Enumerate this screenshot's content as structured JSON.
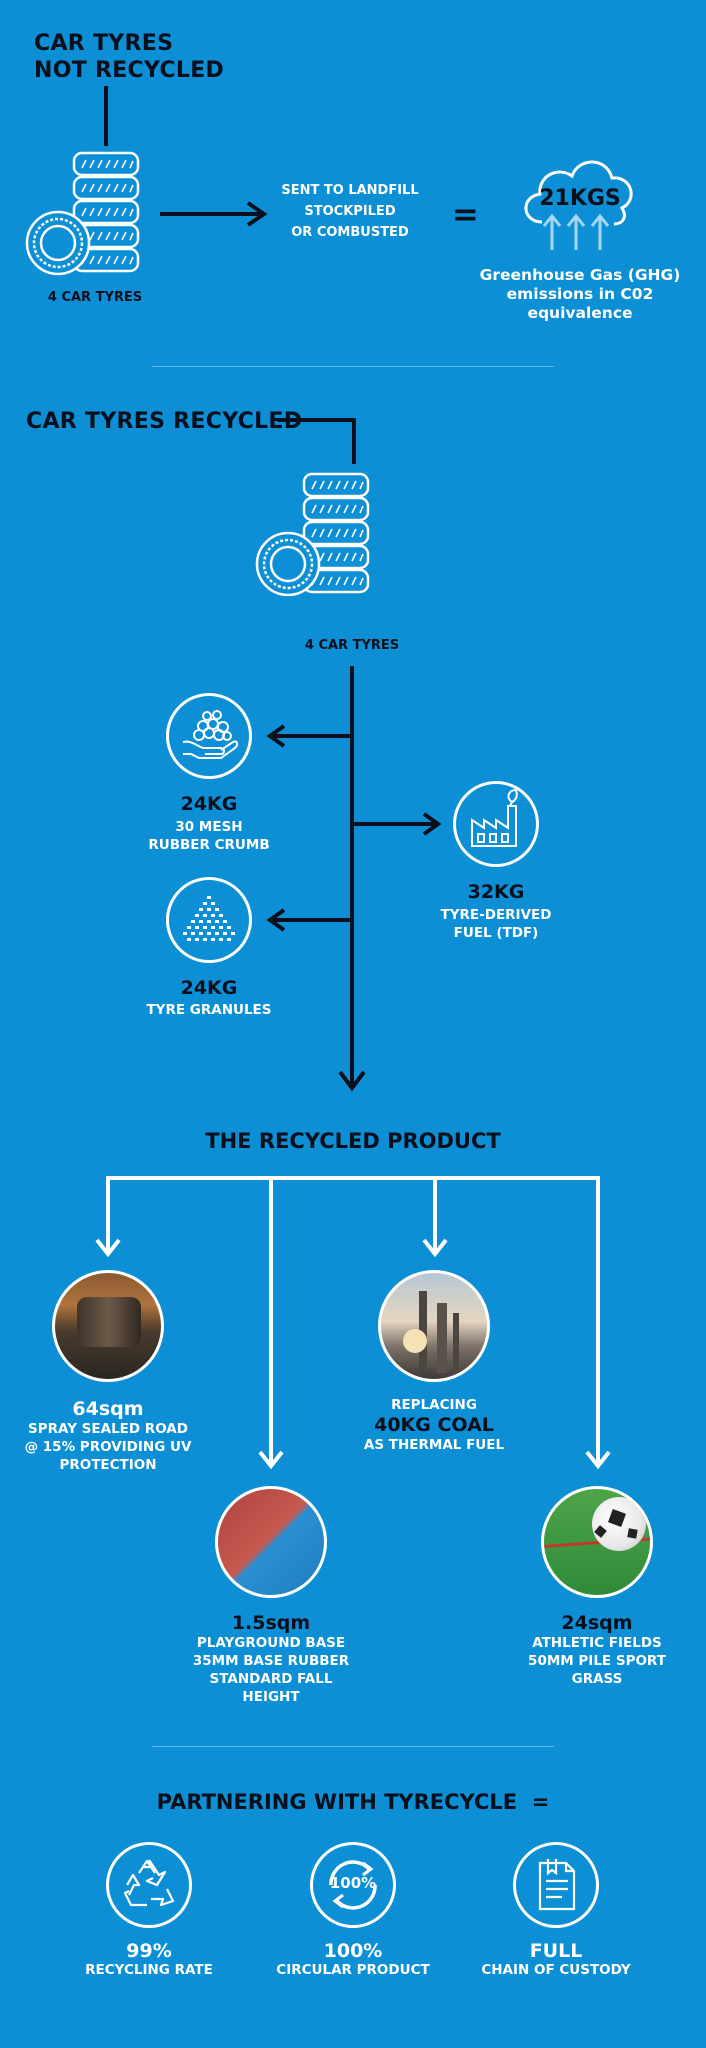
{
  "not_recycled": {
    "title_line1": "CAR TYRES",
    "title_line2": "NOT RECYCLED",
    "tyres_label": "4 CAR TYRES",
    "fate_line1": "SENT TO LANDFILL",
    "fate_line2": "STOCKPILED",
    "fate_line3": "OR COMBUSTED",
    "equals": "=",
    "emissions_value": "21KGS",
    "emissions_line1": "Greenhouse Gas (GHG)",
    "emissions_line2": "emissions in C02",
    "emissions_line3": "equivalence"
  },
  "recycled": {
    "title": "CAR TYRES RECYCLED",
    "tyres_label": "4 CAR TYRES",
    "outputs": [
      {
        "value": "24KG",
        "line1": "30 MESH",
        "line2": "RUBBER CRUMB",
        "icon": "rubber-crumb-icon"
      },
      {
        "value": "32KG",
        "line1": "TYRE-DERIVED",
        "line2": "FUEL (TDF)",
        "icon": "factory-icon"
      },
      {
        "value": "24KG",
        "line1": "TYRE GRANULES",
        "icon": "granules-icon"
      }
    ]
  },
  "product": {
    "title": "THE RECYCLED PRODUCT",
    "items": [
      {
        "value": "64sqm",
        "line1": "SPRAY SEALED ROAD",
        "line2": "@ 15% PROVIDING UV",
        "line3": "PROTECTION",
        "photo": "road-roller-photo"
      },
      {
        "value": "1.5sqm",
        "line1": "PLAYGROUND BASE",
        "line2": "35MM BASE RUBBER",
        "line3": "STANDARD FALL",
        "line4": "HEIGHT",
        "photo": "rubber-surface-photo"
      },
      {
        "prefix": "REPLACING",
        "value": "40KG COAL",
        "line1": "AS THERMAL FUEL",
        "photo": "industrial-plant-photo"
      },
      {
        "value": "24sqm",
        "line1": "ATHLETIC FIELDS",
        "line2": "50MM PILE SPORT",
        "line3": "GRASS",
        "photo": "soccer-ball-photo"
      }
    ]
  },
  "partnering": {
    "title": "PARTNERING WITH TYRECYCLE  =",
    "items": [
      {
        "value": "99%",
        "label": "RECYCLING RATE",
        "icon": "recycle-icon"
      },
      {
        "value": "100%",
        "label": "CIRCULAR PRODUCT",
        "icon": "circular-100-icon",
        "icon_text": "100%"
      },
      {
        "value": "FULL",
        "label": "CHAIN OF CUSTODY",
        "icon": "document-icon"
      }
    ]
  },
  "colors": {
    "background": "#0d8fd6",
    "dark": "#0a0f1c",
    "white": "#ffffff",
    "light_arrow": "#a9d8f5"
  }
}
